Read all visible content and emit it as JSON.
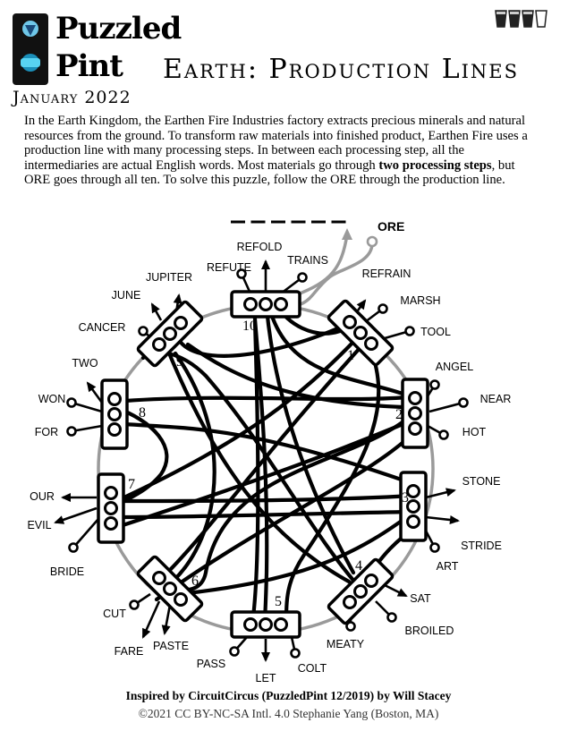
{
  "logo": {
    "line1": "Puzzled",
    "line2": "Pint",
    "date": "January 2022"
  },
  "title": "Earth: Production Lines",
  "difficulty": {
    "filled": 3,
    "total": 4
  },
  "intro": {
    "part1": "In the Earth Kingdom, the Earthen Fire Industries factory extracts precious minerals and natural resources from the ground. To transform raw materials into finished product, Earthen Fire uses a production line with many processing steps. In between each processing step, all the intermediaries are actual English words. Most materials go through ",
    "bold": "two processing steps",
    "part2": ", but ORE goes through all ten.  To solve this puzzle, follow the ORE through the production line."
  },
  "answer_blanks": 6,
  "start_label": "ORE",
  "stations": [
    "1",
    "2",
    "3",
    "4",
    "5",
    "6",
    "7",
    "8",
    "9",
    "10"
  ],
  "outputs": [
    "REFOLD",
    "REFUTE",
    "TRAINS",
    "REFRAIN",
    "MARSH",
    "TOOL",
    "ANGEL",
    "NEAR",
    "HOT",
    "STONE",
    "STRIDE",
    "ART",
    "SAT",
    "BROILED",
    "MEATY",
    "COLT",
    "LET",
    "PASS",
    "PASTE",
    "FARE",
    "CUT",
    "BRIDE",
    "EVIL",
    "OUR",
    "FOR",
    "WON",
    "TWO",
    "CANCER",
    "JUNE",
    "JUPITER"
  ],
  "credits": {
    "line1": "Inspired by CircuitCircus (PuzzledPint 12/2019) by Will Stacey",
    "line2": "©2021 CC BY-NC-SA Intl. 4.0 Stephanie Yang (Boston, MA)"
  }
}
